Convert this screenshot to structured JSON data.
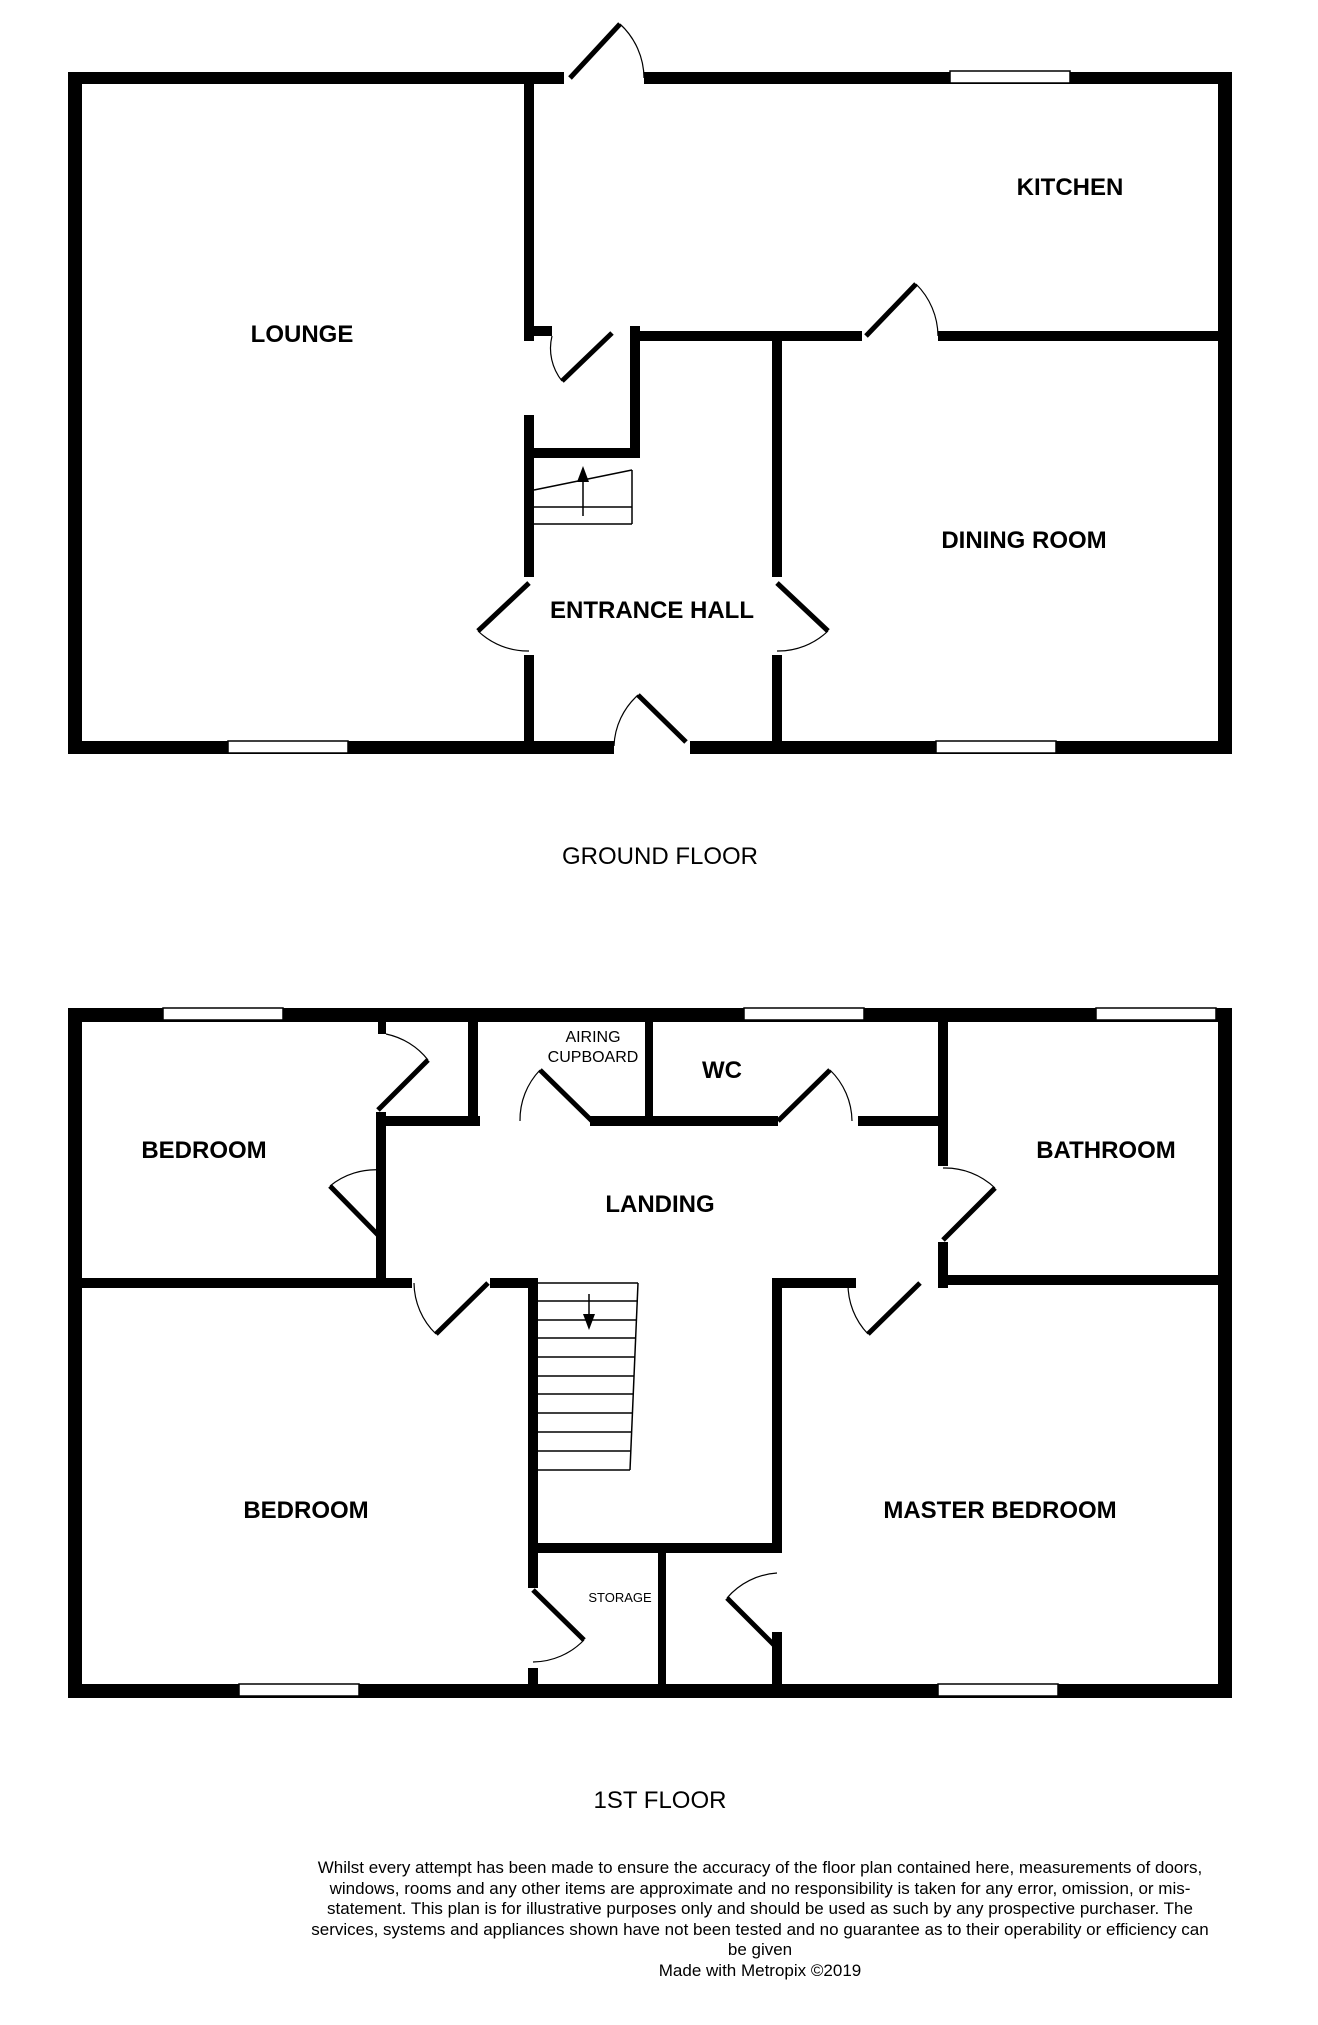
{
  "ground_floor": {
    "label": "GROUND FLOOR",
    "rooms": {
      "lounge": "LOUNGE",
      "kitchen": "KITCHEN",
      "dining_room": "DINING ROOM",
      "entrance_hall": "ENTRANCE HALL"
    }
  },
  "first_floor": {
    "label": "1ST FLOOR",
    "rooms": {
      "bedroom_small": "BEDROOM",
      "airing_cupboard_line1": "AIRING",
      "airing_cupboard_line2": "CUPBOARD",
      "wc": "WC",
      "bathroom": "BATHROOM",
      "landing": "LANDING",
      "bedroom_large": "BEDROOM",
      "master_bedroom": "MASTER BEDROOM",
      "storage": "STORAGE"
    }
  },
  "disclaimer": {
    "text": "Whilst every attempt has been made to ensure the accuracy of the floor plan contained here, measurements of doors, windows, rooms and any other items are approximate and no responsibility is taken for any error, omission, or mis-statement. This plan is for illustrative purposes only and should be used as such by any prospective purchaser. The services, systems and appliances shown have not been tested and no guarantee as to their operability or efficiency can be given",
    "credit": "Made with Metropix ©2019"
  }
}
